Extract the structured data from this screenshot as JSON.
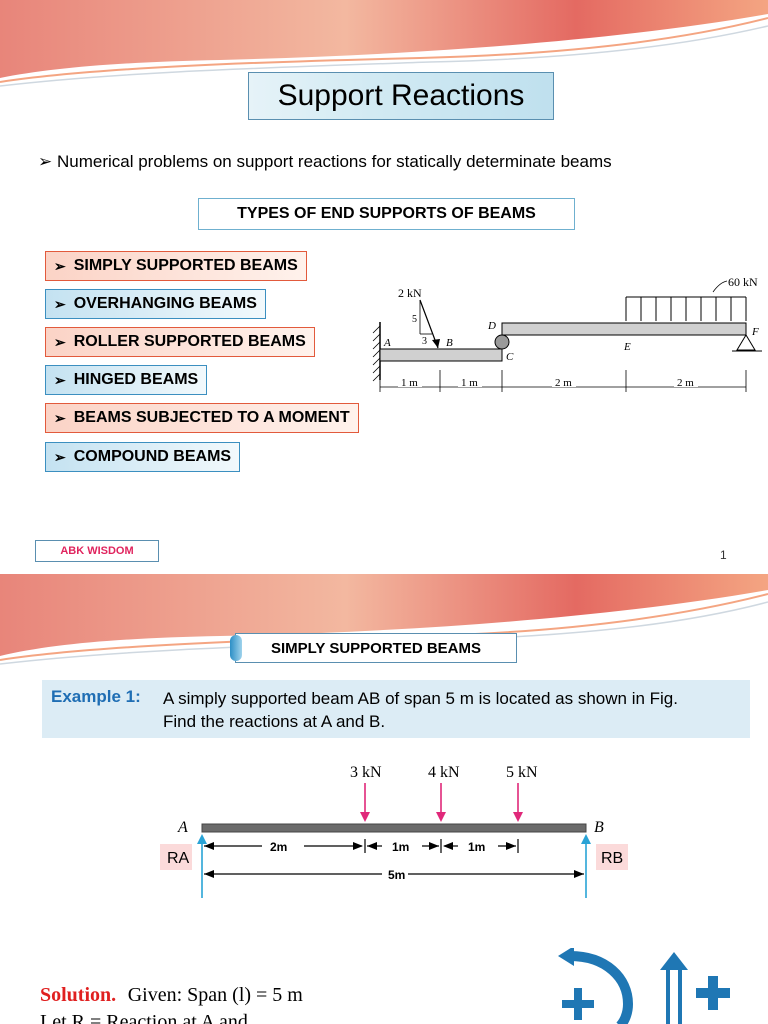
{
  "slide1": {
    "title": "Support Reactions",
    "bullet": "Numerical problems on support reactions for statically determinate beams",
    "types_heading": "TYPES OF END SUPPORTS OF BEAMS",
    "types": [
      "SIMPLY SUPPORTED BEAMS",
      "OVERHANGING BEAMS",
      "ROLLER SUPPORTED BEAMS",
      "HINGED BEAMS",
      "BEAMS SUBJECTED TO A MOMENT",
      "COMPOUND BEAMS"
    ],
    "figure": {
      "load_point": "2 kN",
      "load_udl": "60 kN",
      "slope_a": "5",
      "slope_b": "3",
      "points": [
        "A",
        "B",
        "C",
        "D",
        "E",
        "F"
      ],
      "dims": [
        "1 m",
        "1 m",
        "2 m",
        "2 m"
      ]
    },
    "footer": "ABK WISDOM",
    "page_number": "1"
  },
  "slide2": {
    "tab": "SIMPLY SUPPORTED BEAMS",
    "example_label": "Example 1:",
    "example_line1": "A simply supported beam AB of span 5 m is located as shown in Fig.",
    "example_line2": "Find the reactions at A and B.",
    "figure": {
      "loads": [
        "3 kN",
        "4 kN",
        "5 kN"
      ],
      "point_a": "A",
      "point_b": "B",
      "reaction_a": "RA",
      "reaction_b": "RB",
      "dims": [
        "2m",
        "1m",
        "1m"
      ],
      "span": "5m"
    },
    "solution_label": "Solution.",
    "solution_text": "Given: Span (l) = 5 m",
    "solution_next": "Let R = Reaction at A and"
  },
  "colors": {
    "banner_red": "#e57373",
    "banner_orange": "#f4a582",
    "accent_blue": "#1f6eb4",
    "reaction_blue": "#29a3d6",
    "load_pink": "#e0287a",
    "solution_red": "#e02020",
    "footer_pink": "#e0245e"
  }
}
